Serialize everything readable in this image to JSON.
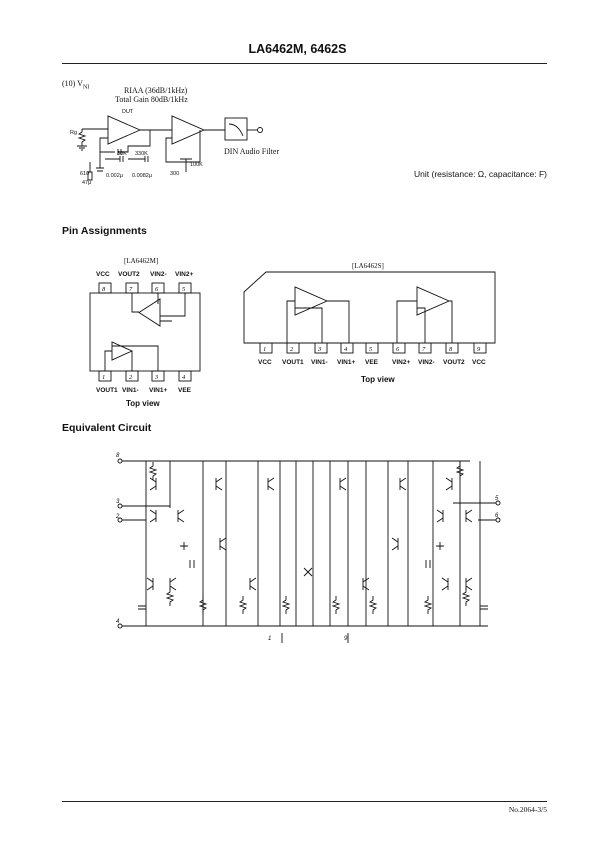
{
  "header": {
    "title": "LA6462M, 6462S"
  },
  "vni": {
    "label": "(10) V",
    "label_sub": "NI",
    "riaa": "RIAA (36dB/1kHz)",
    "gain": "Total Gain   80dB/1kHz",
    "dut": "DUT",
    "din": "DIN Audio Filter",
    "rg": "Rg",
    "r30k": "30K",
    "r330k": "330K",
    "c1": "0.002μ",
    "c2": "0.0082μ",
    "r100k": "100K",
    "r610": "610",
    "c47": "47μ",
    "r300": "300"
  },
  "unit_note": "Unit (resistance: Ω, capacitance: F)",
  "pins_title": "Pin Assignments",
  "la6462m": {
    "name": "[LA6462M]",
    "top_nums": [
      "8",
      "7",
      "6",
      "5"
    ],
    "top_labels": [
      "VCC",
      "VOUT2",
      "VIN2-",
      "VIN2+"
    ],
    "bottom_nums": [
      "1",
      "2",
      "3",
      "4"
    ],
    "bottom_labels": [
      "VOUT1",
      "VIN1-",
      "VIN1+",
      "VEE"
    ],
    "view": "Top view"
  },
  "la6462s": {
    "name": "[LA6462S]",
    "nums": [
      "1",
      "2",
      "3",
      "4",
      "5",
      "6",
      "7",
      "8",
      "9"
    ],
    "labels": [
      "VCC",
      "VOUT1",
      "VIN1-",
      "VIN1+",
      "VEE",
      "VIN2+",
      "VIN2-",
      "VOUT2",
      "VCC"
    ],
    "view": "Top view"
  },
  "equiv_title": "Equivalent Circuit",
  "equiv": {
    "nodes": [
      "8",
      "3",
      "2",
      "4",
      "1",
      "9",
      "5",
      "6"
    ]
  },
  "footer": {
    "page": "No.2064-3/5"
  }
}
